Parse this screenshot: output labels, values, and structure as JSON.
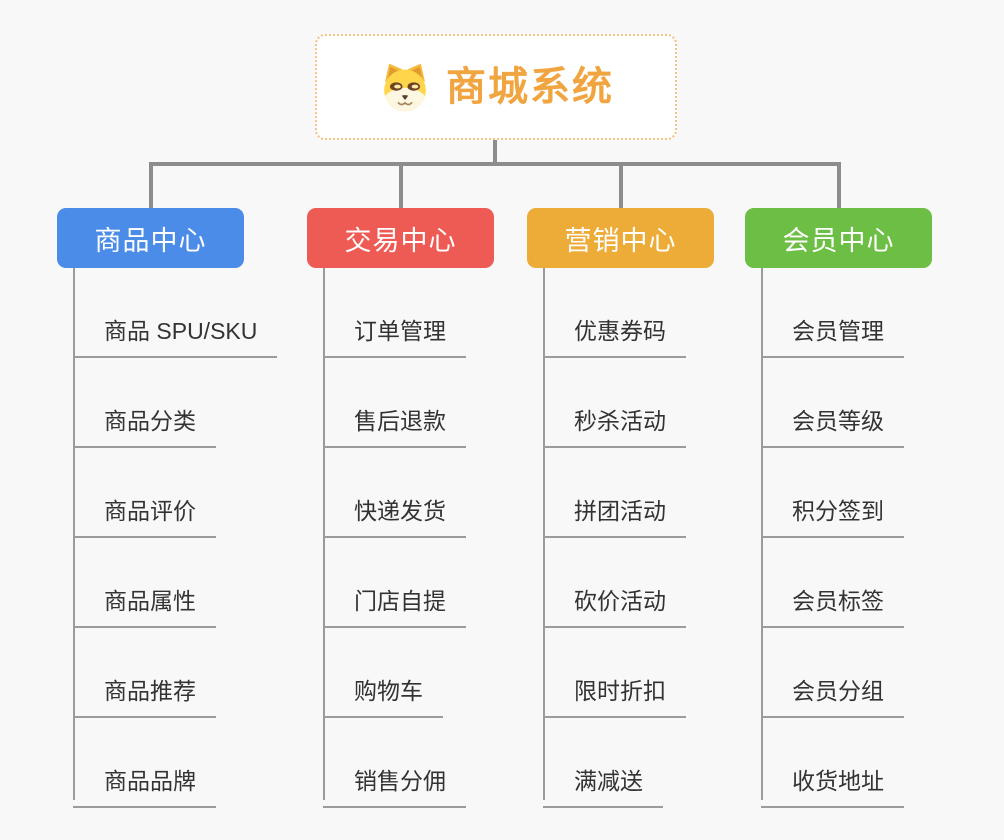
{
  "root": {
    "title": "商城系统",
    "icon": "dog-face-icon",
    "title_color": "#f0a541",
    "border_color": "#f2c184",
    "background": "#ffffff"
  },
  "connector_color": "#8c8c8c",
  "leaf_line_color": "#9b9b9b",
  "page_background": "#f8f8f8",
  "branches": [
    {
      "label": "商品中心",
      "color": "#4a8ce8",
      "children": [
        "商品 SPU/SKU",
        "商品分类",
        "商品评价",
        "商品属性",
        "商品推荐",
        "商品品牌"
      ]
    },
    {
      "label": "交易中心",
      "color": "#ee5b55",
      "children": [
        "订单管理",
        "售后退款",
        "快递发货",
        "门店自提",
        "购物车",
        "销售分佣"
      ]
    },
    {
      "label": "营销中心",
      "color": "#edab38",
      "children": [
        "优惠券码",
        "秒杀活动",
        "拼团活动",
        "砍价活动",
        "限时折扣",
        "满减送"
      ]
    },
    {
      "label": "会员中心",
      "color": "#6cbe45",
      "children": [
        "会员管理",
        "会员等级",
        "积分签到",
        "会员标签",
        "会员分组",
        "收货地址"
      ]
    }
  ]
}
